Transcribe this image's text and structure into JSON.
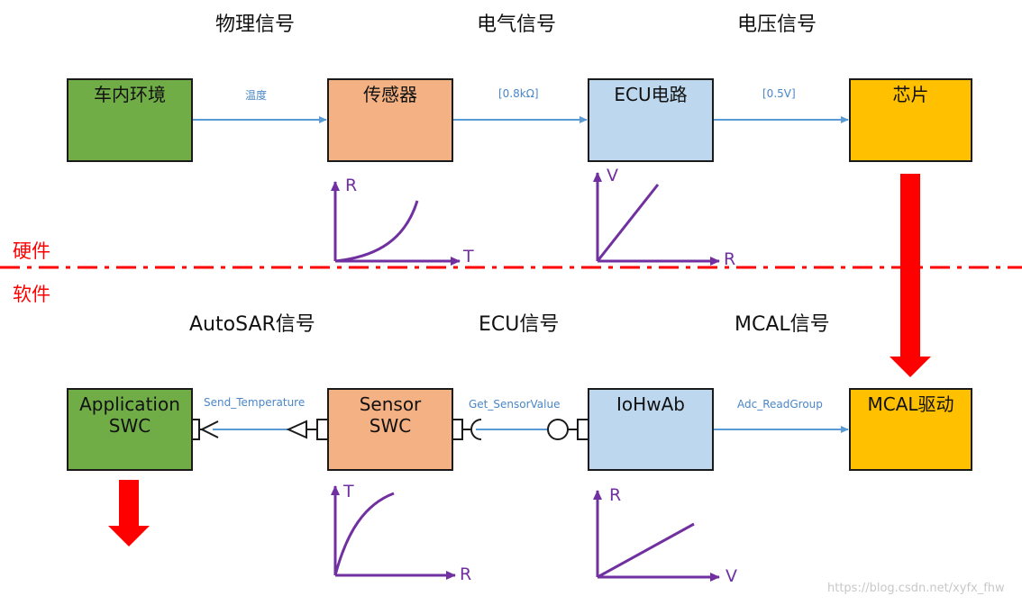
{
  "headings": {
    "physical": "物理信号",
    "electrical": "电气信号",
    "voltage": "电压信号",
    "autosar": "AutoSAR信号",
    "ecu": "ECU信号",
    "mcal": "MCAL信号"
  },
  "boxes": {
    "car_env": "车内环境",
    "sensor": "传感器",
    "ecu_circuit": "ECU电路",
    "chip": "芯片",
    "app_swc": [
      "Application",
      "SWC"
    ],
    "sensor_swc": [
      "Sensor",
      "SWC"
    ],
    "iohwab": "IoHwAb",
    "mcal_driver": "MCAL驱动"
  },
  "flow_labels": {
    "temperature": "温度",
    "resistance": "[0.8kΩ]",
    "voltage": "[0.5V]",
    "send_temperature": "Send_Temperature",
    "get_sensor_value": "Get_SensorValue",
    "adc_read_group": "Adc_ReadGroup"
  },
  "divider": {
    "hardware": "硬件",
    "software": "软件"
  },
  "graphs": {
    "r_vs_t": {
      "y": "R",
      "x": "T"
    },
    "v_vs_r": {
      "y": "V",
      "x": "R"
    },
    "t_vs_r": {
      "y": "T",
      "x": "R"
    },
    "r_vs_v": {
      "y": "R",
      "x": "V"
    }
  },
  "watermark": "https://blog.csdn.net/xyfx_fhw",
  "colors": {
    "green": "#70ad47",
    "salmon": "#f4b183",
    "light_blue": "#bdd7ee",
    "gold": "#ffc000",
    "flow_line": "#5b9bd5",
    "red": "#ff0000",
    "purple": "#7030a0"
  }
}
